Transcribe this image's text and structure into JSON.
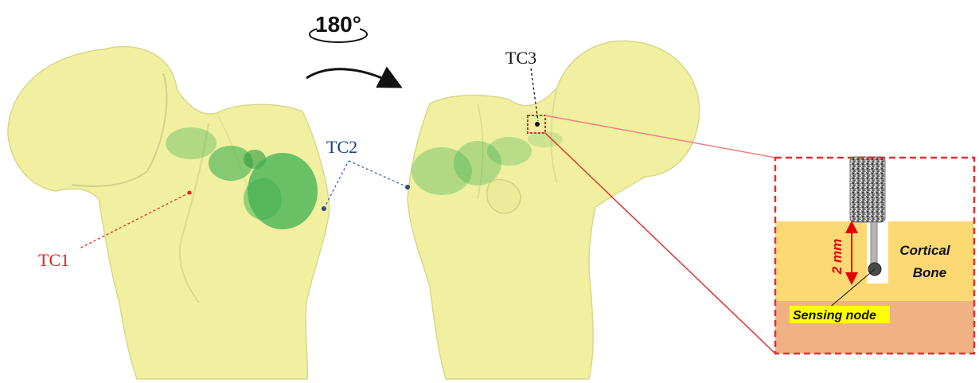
{
  "rotation": {
    "label": "180°"
  },
  "labels": {
    "tc1": {
      "text": "TC1",
      "color": "#e82020"
    },
    "tc2": {
      "text": "TC2",
      "color": "#1e3f8a"
    },
    "tc3": {
      "text": "TC3",
      "color": "#111111"
    }
  },
  "inset": {
    "dimension": "2 mm",
    "tissue_label_line1": "Cortical",
    "tissue_label_line2": "Bone",
    "node_label": "Sensing node"
  },
  "colors": {
    "bone": "#f0f0a0",
    "bone_stroke": "#d8d88a",
    "burn_region": "#3db050",
    "callout_red": "#e03030",
    "cortical_layer": "#fdd973",
    "marrow_layer": "#f0b283",
    "label_highlight": "#ffff00"
  }
}
